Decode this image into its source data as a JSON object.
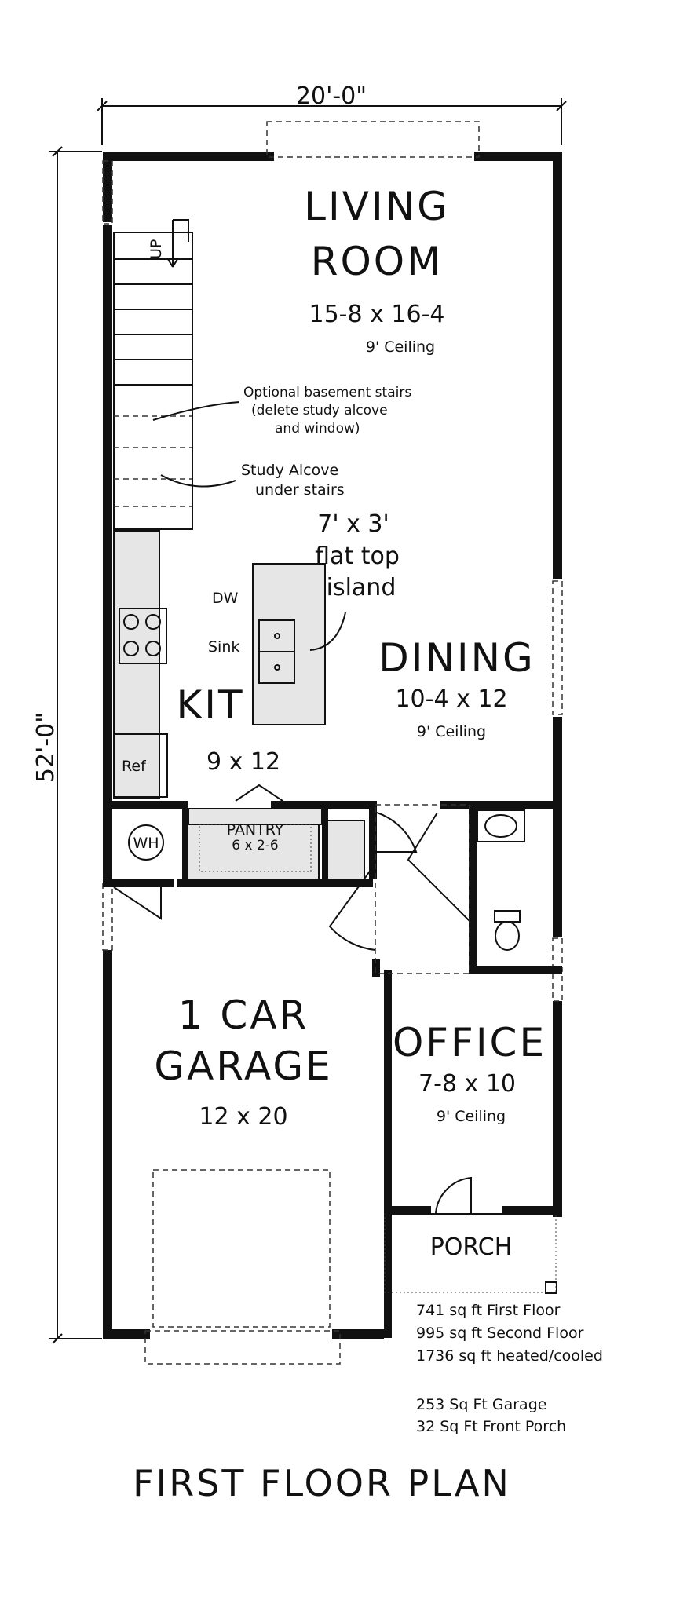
{
  "dimensions": {
    "width": "20'-0\"",
    "depth": "52'-0\""
  },
  "rooms": {
    "living": {
      "name_line1": "LIVING",
      "name_line2": "ROOM",
      "size": "15-8 x 16-4",
      "ceiling": "9' Ceiling"
    },
    "dining": {
      "name": "DINING",
      "size": "10-4 x 12",
      "ceiling": "9' Ceiling"
    },
    "kitchen": {
      "name": "KIT",
      "size": "9 x 12"
    },
    "pantry": {
      "name": "PANTRY",
      "size": "6 x 2-6"
    },
    "garage": {
      "name_line1": "1 CAR",
      "name_line2": "GARAGE",
      "size": "12 x 20"
    },
    "office": {
      "name": "OFFICE",
      "size": "7-8 x 10",
      "ceiling": "9' Ceiling"
    },
    "porch": {
      "name": "PORCH"
    }
  },
  "fixtures": {
    "stairs_up": "UP",
    "dishwasher": "DW",
    "sink": "Sink",
    "refrigerator": "Ref",
    "water_heater": "WH"
  },
  "notes": {
    "basement_line1": "Optional basement stairs",
    "basement_line2": "(delete study alcove",
    "basement_line3": "and window)",
    "study_line1": "Study Alcove",
    "study_line2": "under stairs",
    "island_line1": "7' x 3'",
    "island_line2": "flat top",
    "island_line3": "island"
  },
  "areas": {
    "first_floor": "741 sq ft First Floor",
    "second_floor": "995 sq ft Second Floor",
    "heated": "1736 sq ft heated/cooled",
    "garage": "253 Sq Ft Garage",
    "porch": "32 Sq Ft Front Porch"
  },
  "title": "FIRST FLOOR PLAN"
}
